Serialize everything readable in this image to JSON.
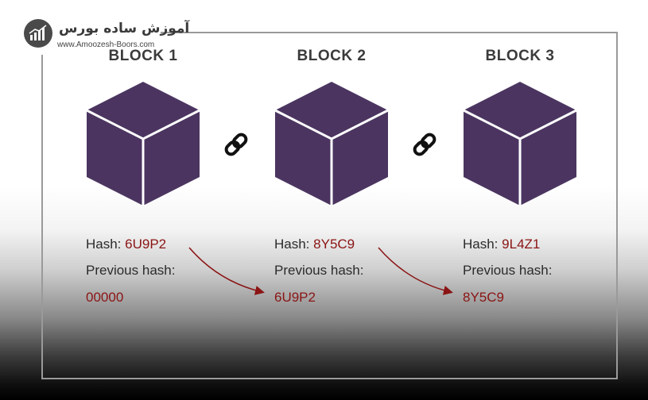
{
  "logo": {
    "name": "آموزش ساده بورس",
    "url": "www.Amoozesh-Boors.com"
  },
  "blocks": [
    {
      "title": "BLOCK 1",
      "hash_label": "Hash:",
      "hash": "6U9P2",
      "prev_label": "Previous hash:",
      "prev_hash": "00000"
    },
    {
      "title": "BLOCK 2",
      "hash_label": "Hash:",
      "hash": "8Y5C9",
      "prev_label": "Previous hash:",
      "prev_hash": "6U9P2"
    },
    {
      "title": "BLOCK 3",
      "hash_label": "Hash:",
      "hash": "9L4Z1",
      "prev_label": "Previous hash:",
      "prev_hash": "8Y5C9"
    }
  ],
  "colors": {
    "cube": "#4b3560",
    "hash_value": "#8b1414",
    "arrow": "#8b1414"
  },
  "icons": [
    "chain-link-icon",
    "chain-link-icon",
    "globe-logo-icon"
  ]
}
